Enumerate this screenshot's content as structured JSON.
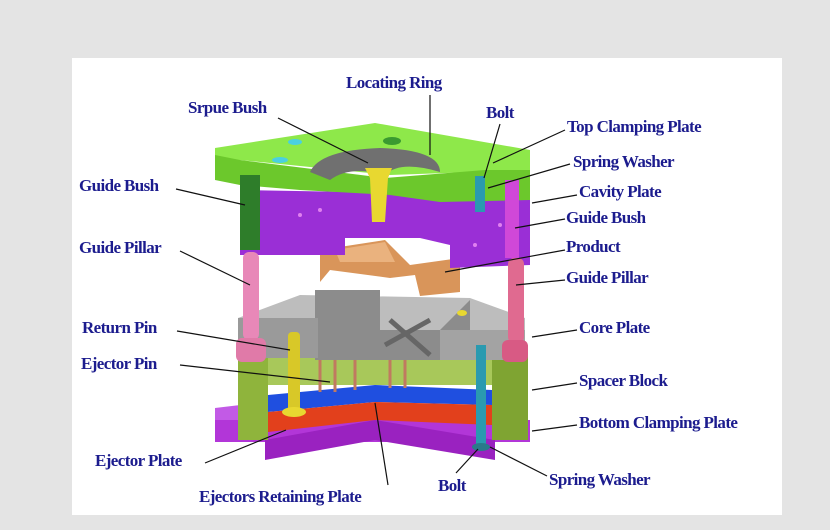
{
  "title": "Injection Mould Parts",
  "labels": {
    "locating_ring": "Locating Ring",
    "sprue_bush": "Srpue Bush",
    "bolt_top": "Bolt",
    "top_clamping_plate": "Top  Clamping Plate",
    "spring_washer_top": "Spring Washer",
    "cavity_plate": "Cavity Plate",
    "guide_bush_right": "Guide Bush",
    "product": "Product",
    "guide_pillar_right": "Guide Pillar",
    "core_plate": "Core Plate",
    "spacer_block": "Spacer Block",
    "bottom_clamping_plate": "Bottom  Clamping Plate",
    "spring_washer_bottom": "Spring Washer",
    "bolt_bottom": "Bolt",
    "ejectors_retaining_plate": "Ejectors  Retaining Plate",
    "ejector_plate": "Ejector  Plate",
    "ejector_pin": "Ejector  Pin",
    "return_pin": "Return Pin",
    "guide_pillar_left": "Guide Pillar",
    "guide_bush_left": "Guide Bush"
  },
  "colors": {
    "label_text": "#1c1c8e",
    "top_plate": "#7fe03c",
    "cavity_plate": "#9a2fd6",
    "product": "#d9955a",
    "core_plate": "#a6a6a6",
    "spacer_block": "#8fb43c",
    "retaining_plate": "#1f4fe0",
    "ejector_plate": "#e2401c",
    "bottom_plate": "#b236d8",
    "guide_pillar": "#e07aa8",
    "return_pin": "#d8c828",
    "bolt": "#2a9ab0"
  }
}
